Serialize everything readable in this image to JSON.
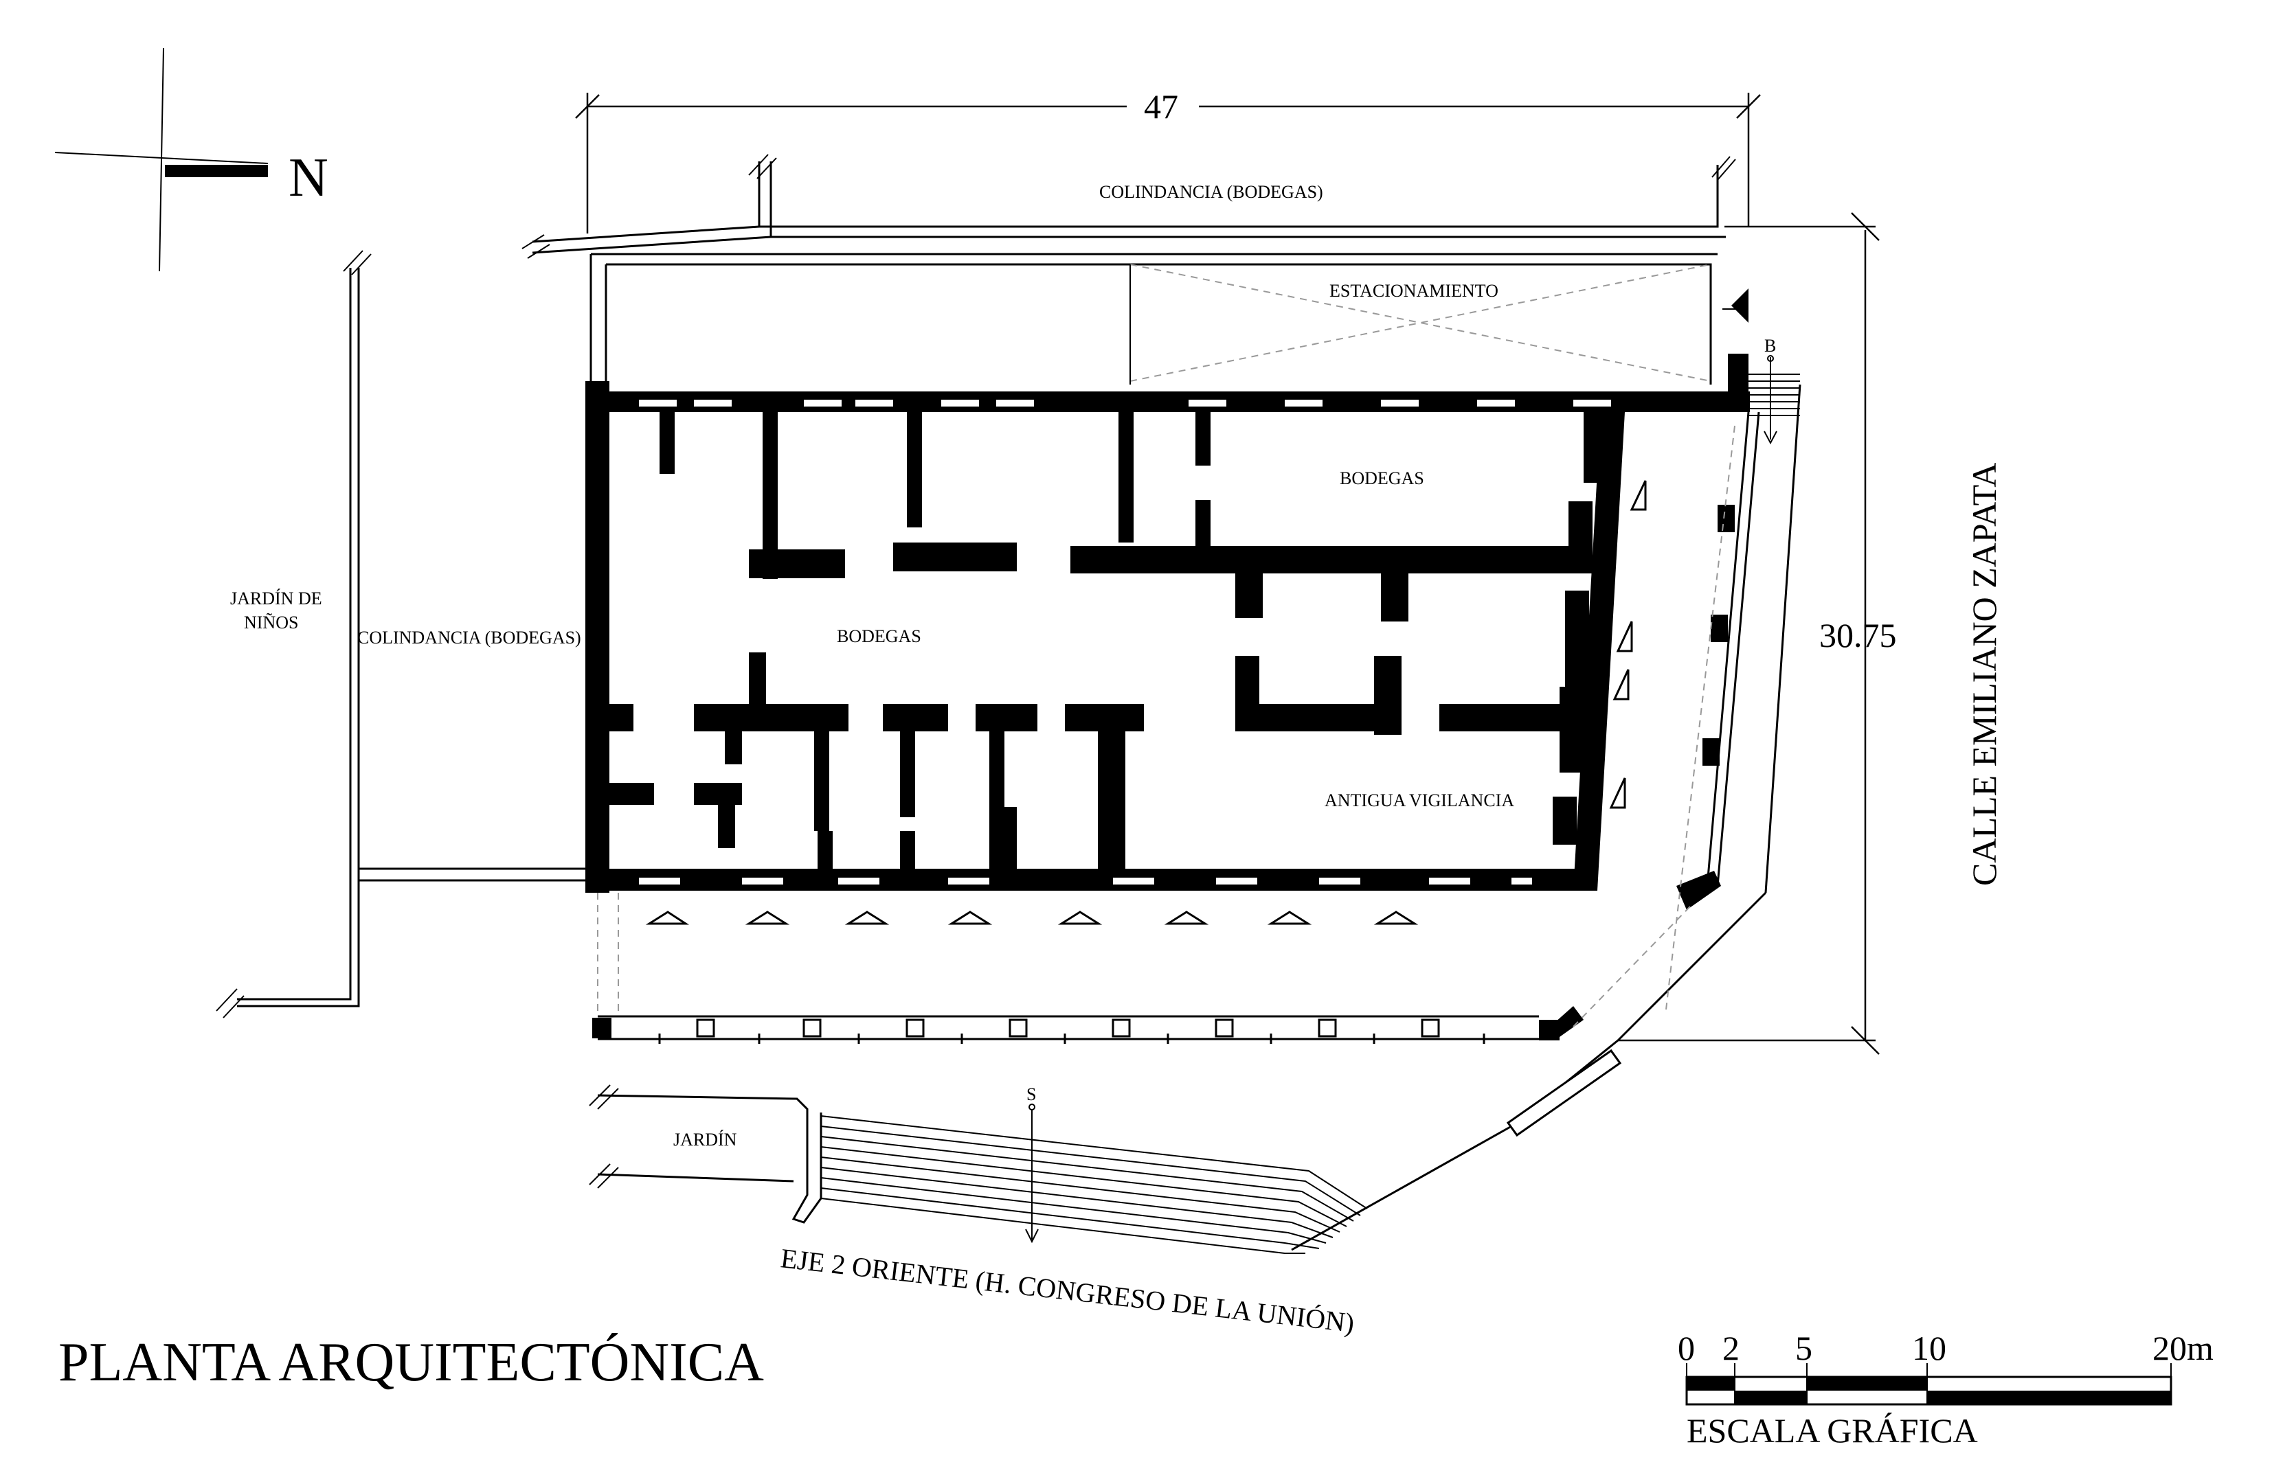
{
  "title": "PLANTA ARQUITECTÓNICA",
  "north_label": "N",
  "dimensions": {
    "width": "47",
    "depth": "30.75"
  },
  "labels": {
    "colindancia_top": "COLINDANCIA (BODEGAS)",
    "estacionamiento": "ESTACIONAMIENTO",
    "bodegas_upper": "BODEGAS",
    "bodegas_main": "BODEGAS",
    "antigua_vigilancia": "ANTIGUA VIGILANCIA",
    "colindancia_left": "COLINDANCIA (BODEGAS)",
    "jardin_ninos_1": "JARDÍN DE",
    "jardin_ninos_2": "NIÑOS",
    "jardin": "JARDÍN",
    "street_east": "CALLE EMILIANO ZAPATA",
    "street_south": "EJE 2 ORIENTE (H. CONGRESO DE LA UNIÓN)",
    "stair_b": "B",
    "stair_s": "S"
  },
  "scale": {
    "title": "ESCALA GRÁFICA",
    "ticks": [
      "0",
      "2",
      "5",
      "10",
      "20m"
    ]
  }
}
